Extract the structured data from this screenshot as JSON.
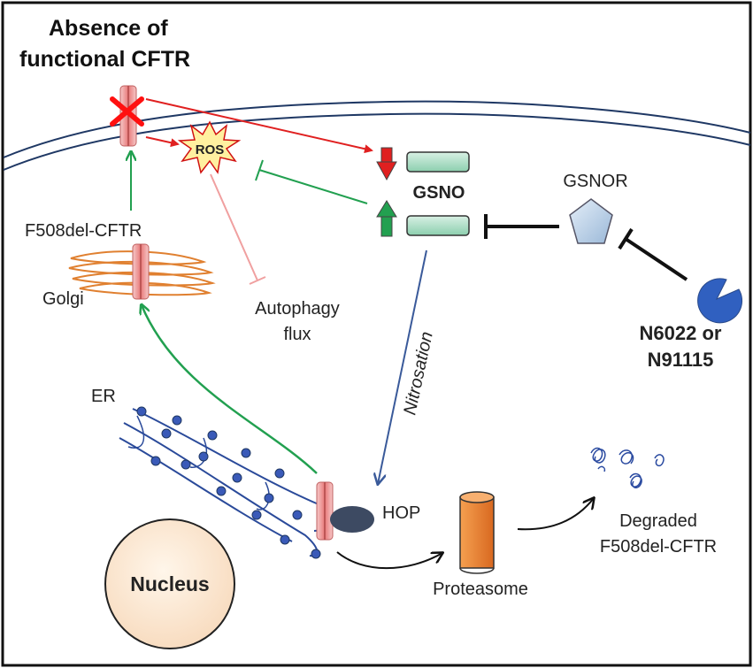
{
  "title": {
    "line1": "Absence of",
    "line2": "functional CFTR"
  },
  "labels": {
    "ros": "ROS",
    "gsno": "GSNO",
    "gsnor": "GSNOR",
    "f508del": "F508del-CFTR",
    "golgi": "Golgi",
    "autophagy_line1": "Autophagy",
    "autophagy_line2": "flux",
    "drug_line1": "N6022 or",
    "drug_line2": "N91115",
    "nitrosation": "Nitrosation",
    "er": "ER",
    "hop": "HOP",
    "nucleus": "Nucleus",
    "proteasome": "Proteasome",
    "degraded_line1": "Degraded",
    "degraded_line2": "F508del-CFTR"
  },
  "colors": {
    "activation_red": "#e02020",
    "activation_green": "#22a050",
    "inhibition_pink": "#f0a0a0",
    "nitrosation_blue": "#3a5a9a",
    "membrane": "#1f3864",
    "drug_text": "#22a050"
  }
}
